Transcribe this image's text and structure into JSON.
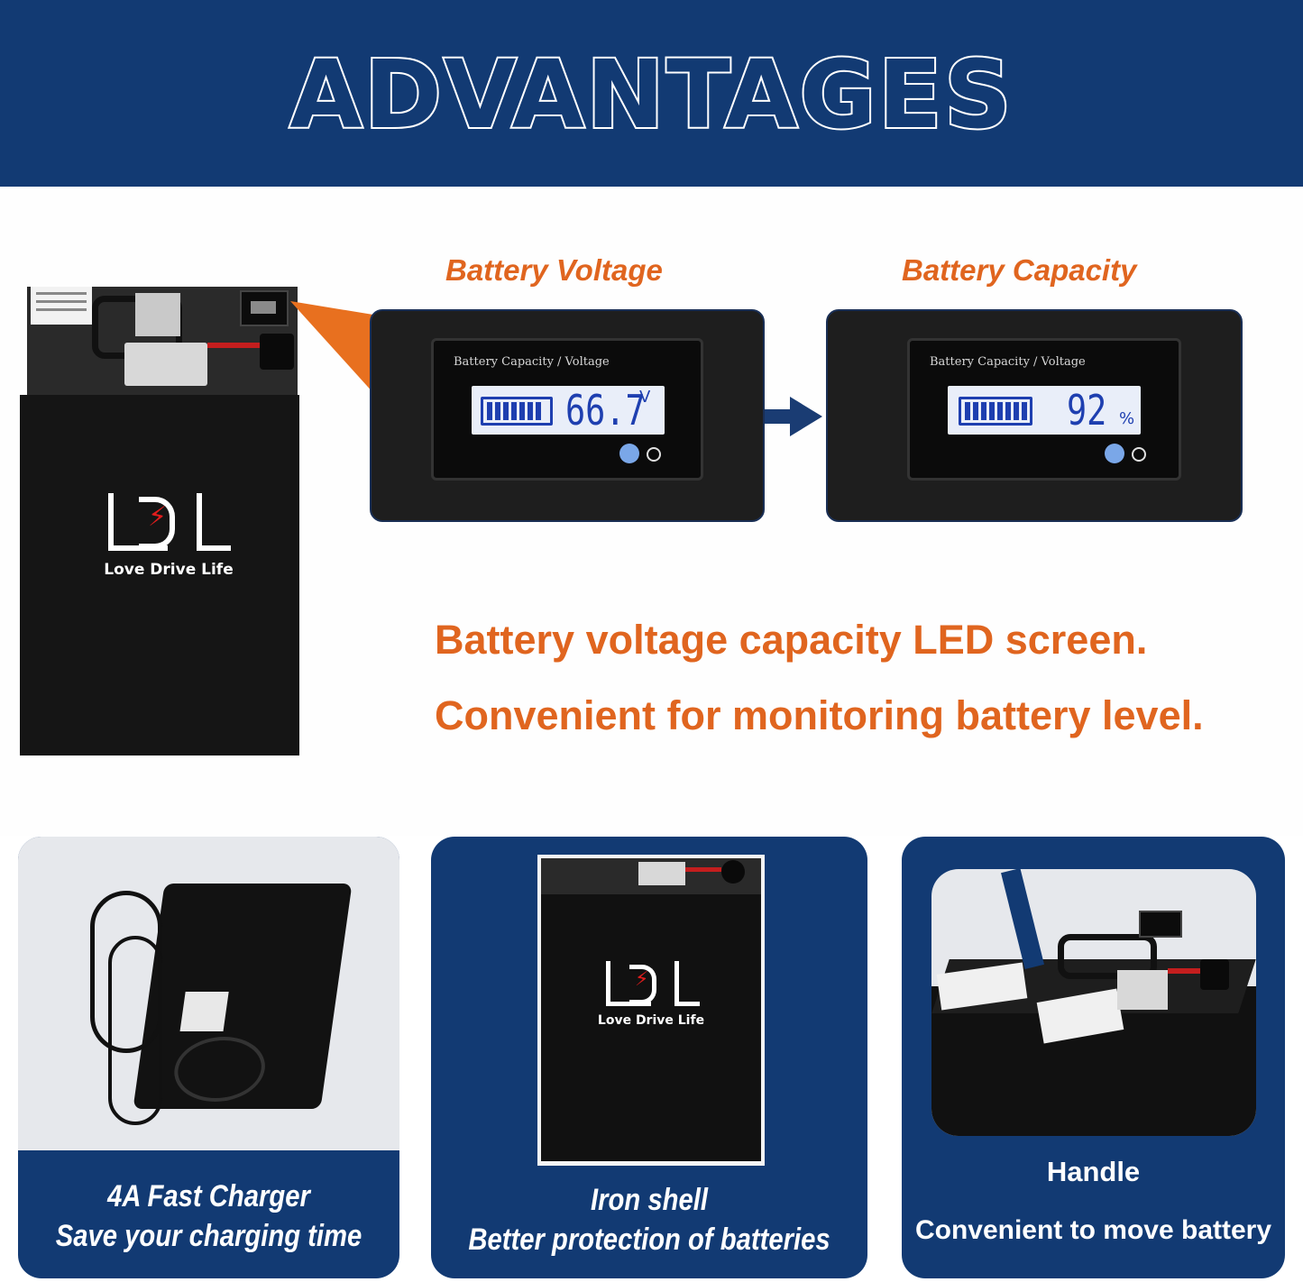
{
  "header": {
    "title": "ADVANTAGES"
  },
  "brand": {
    "name": "Love Drive Life"
  },
  "displays": {
    "voltage": {
      "heading": "Battery Voltage",
      "caption": "Battery Capacity / Voltage",
      "value": "66.7",
      "unit": "V"
    },
    "capacity": {
      "heading": "Battery Capacity",
      "caption": "Battery Capacity / Voltage",
      "value": "92",
      "unit": "%"
    }
  },
  "description": {
    "line1": "Battery voltage capacity LED screen.",
    "line2": "Convenient for monitoring battery level."
  },
  "cards": [
    {
      "title": "4A Fast Charger",
      "subtitle": "Save your charging time"
    },
    {
      "title": "Iron shell",
      "subtitle": "Better protection of batteries"
    },
    {
      "title": "Handle",
      "subtitle": "Convenient to move battery"
    }
  ],
  "colors": {
    "navy": "#123a73",
    "orange": "#e0651f",
    "lcd_blue": "#1e3fb0"
  },
  "icons": [
    "lightning-bolt-icon",
    "arrow-right-icon"
  ]
}
